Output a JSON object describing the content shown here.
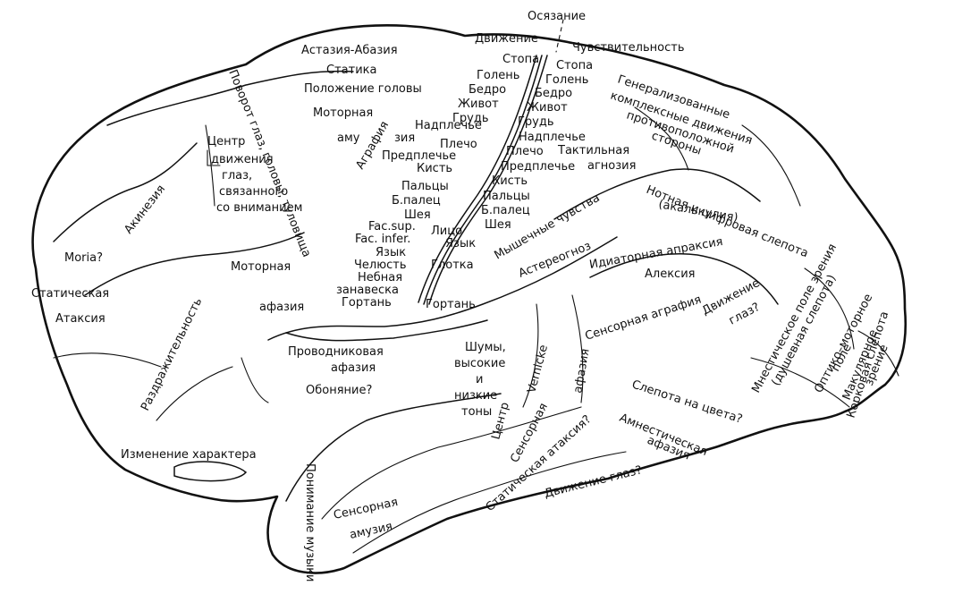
{
  "labels": {
    "oszanie": "Осязание",
    "dvizhenie_top": "Движение",
    "chuvstvitelnost": "Чувствительность",
    "astaziya": "Астазия-Абазия",
    "statika": "Статика",
    "polozhenie_golovy": "Положение головы",
    "povorot_glaz": "Поворот глаз, головы, туловища",
    "motornaya_amuziya_1": "Моторная",
    "motornaya_amuziya_2": "аму",
    "motornaya_amuziya_3": "зия",
    "agrafiya": "Аграфия",
    "centr_1": "Центр",
    "centr_2": "движения",
    "centr_3": "глаз,",
    "centr_4": "связанного",
    "centr_5": "со вниманием",
    "akineziya": "Акинезия",
    "moria": "Moria?",
    "staticheskaya": "Статическая",
    "ataksiya": "Атаксия",
    "motornaya_afaziya_1": "Моторная",
    "motornaya_afaziya_2": "афазия",
    "razdrazhitelnost": "Раздражительность",
    "izmenenie_haraktera": "Изменение характера",
    "provodnikovaya": "Проводниковая",
    "provodnikovaya_afaziya": "афазия",
    "obonyanie": "Обоняние?",
    "ponimanie_muzyki": "Понимание музыки",
    "sensornaya_amuziya_1": "Сенсорная",
    "sensornaya_amuziya_2": "амузия",
    "shumy_1": "Шумы,",
    "shumy_2": "высокие",
    "shumy_3": "и",
    "shumy_4": "низкие",
    "shumy_5": "тоны",
    "centr_vernicke_1": "Центр",
    "centr_vernicke_2": "Vernicke",
    "sensornaya_afaziya_1": "Сенсорная",
    "sensornaya_afaziya_2": "афазия",
    "staticheskaya_ataksiya": "Статическая атаксия?",
    "dvizhenie_glaz_bottom": "Движение глаз?",
    "amnesticheskaya_1": "Амнестическая",
    "amnesticheskaya_2": "афазия",
    "slepota_na_cveta": "Слепота на цвета?",
    "sensornaya_agrafiya": "Сенсорная аграфия",
    "dvizhenie_glaz_right_1": "Движение",
    "dvizhenie_glaz_right_2": "глаз?",
    "mnesticheskoe_1": "Мнестическое поле зрения",
    "mnesticheskoe_2": "(душевная слепота)",
    "optiko_1": "Оптико–моторное",
    "optiko_2": "поле",
    "makulyarnoe_1": "Макулярное",
    "makulyarnoe_2": "зрение",
    "korkovaya_slepota": "Корковая слепота",
    "notnaya_1": "Нотная и цифровая слепота",
    "notnaya_2": "(акалькулия)",
    "idiatornaya": "Идиаторная апраксия",
    "aleksiya": "Алексия",
    "astereognoz": "Астереогноз",
    "myshechnye": "Мышечные чувства",
    "generalizovannye_1": "Генерализованные",
    "generalizovannye_2": "комплексные движения",
    "generalizovannye_3": "противоположной",
    "generalizovannye_4": "стороны",
    "taktilnaya_1": "Тактильная",
    "taktilnaya_2": "агнозия",
    "glotka": "Глотка",
    "gortan_right": "Гортань"
  },
  "motor_strip": [
    "Стопа",
    "Голень",
    "Бедро",
    "Живот",
    "Грудь",
    "Надплечье",
    "Плечо",
    "Предплечье",
    "Кисть",
    "Пальцы",
    "Б.палец",
    "Шея",
    "Fac.sup.",
    "Fac. infer.",
    "Язык",
    "Челюсть",
    "Небная",
    "занавеска",
    "Гортань"
  ],
  "sensory_strip": [
    "Стопа",
    "Голень",
    "Бедро",
    "Живот",
    "Грудь",
    "Надплечье",
    "Плечо",
    "Предплечье",
    "Кисть",
    "Пальцы",
    "Б.палец",
    "Шея",
    "Лицо",
    "Язык"
  ]
}
